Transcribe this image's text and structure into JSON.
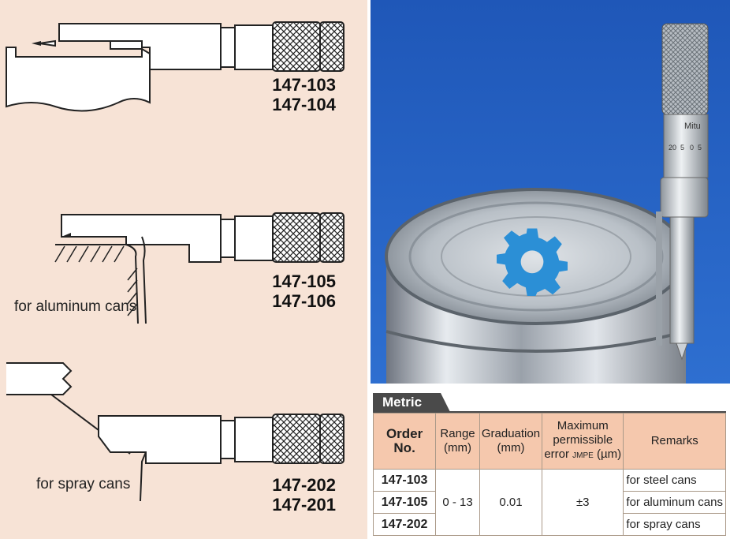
{
  "diagrams": [
    {
      "models": [
        "147-103",
        "147-104"
      ],
      "usage": ""
    },
    {
      "models": [
        "147-105",
        "147-106"
      ],
      "usage": "for aluminum cans"
    },
    {
      "models": [
        "147-202",
        "147-201"
      ],
      "usage": "for spray cans"
    }
  ],
  "photo": {
    "brand_fragment": "Mitu",
    "thimble_marks": [
      "20",
      "5",
      "0",
      "5"
    ]
  },
  "table": {
    "tab_label": "Metric",
    "headers": [
      "Order No.",
      "Range (mm)",
      "Graduation (mm)",
      "Maximum permissible error",
      "Remarks"
    ],
    "header_error_suffix": "JMPE",
    "header_error_unit": "(µm)",
    "order_numbers": [
      "147-103",
      "147-105",
      "147-202"
    ],
    "range": "0 - 13",
    "graduation": "0.01",
    "max_error": "±3",
    "remarks": [
      "for steel cans",
      "for aluminum cans",
      "for spray cans"
    ]
  },
  "colors": {
    "left_bg": "#f7e3d6",
    "header_bg": "#f5c8ad",
    "tab_bg": "#4a4a4a",
    "gear": "#2b8fd6"
  }
}
